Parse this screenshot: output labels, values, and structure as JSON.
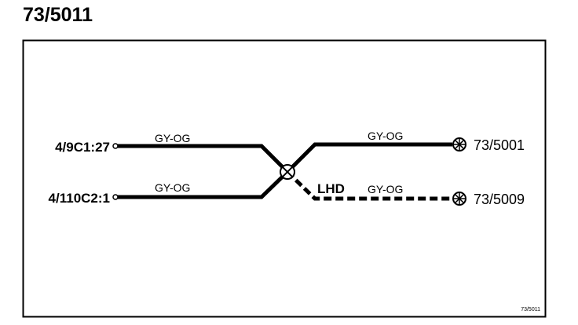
{
  "page": {
    "title": "73/5011"
  },
  "diagram": {
    "connectors": {
      "left_top": "4/9C1:27",
      "left_bottom": "4/110C2:1",
      "right_top": "73/5001",
      "right_bottom": "73/5009"
    },
    "wires": {
      "left_top_color": "GY-OG",
      "left_bottom_color": "GY-OG",
      "right_top_color": "GY-OG",
      "right_bottom_color": "GY-OG"
    },
    "variant_label": "LHD",
    "reference_code": "73/5011"
  }
}
